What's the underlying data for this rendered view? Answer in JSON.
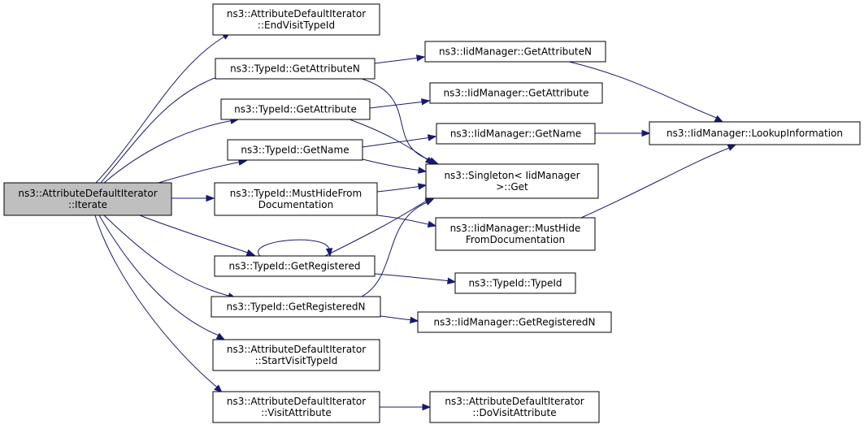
{
  "diagram": {
    "edge_color": "#191970",
    "root_fill": "#bfbfbf",
    "node_fill": "#ffffff",
    "nodes": [
      {
        "id": "root",
        "lines": [
          "ns3::AttributeDefaultIterator",
          "::Iterate"
        ]
      },
      {
        "id": "end_visit",
        "lines": [
          "ns3::AttributeDefaultIterator",
          "::EndVisitTypeId"
        ]
      },
      {
        "id": "get_attr_n",
        "lines": [
          "ns3::TypeId::GetAttributeN"
        ]
      },
      {
        "id": "get_attr",
        "lines": [
          "ns3::TypeId::GetAttribute"
        ]
      },
      {
        "id": "get_name",
        "lines": [
          "ns3::TypeId::GetName"
        ]
      },
      {
        "id": "must_hide",
        "lines": [
          "ns3::TypeId::MustHideFrom",
          "Documentation"
        ]
      },
      {
        "id": "get_registered",
        "lines": [
          "ns3::TypeId::GetRegistered"
        ]
      },
      {
        "id": "get_registered_n",
        "lines": [
          "ns3::TypeId::GetRegisteredN"
        ]
      },
      {
        "id": "start_visit",
        "lines": [
          "ns3::AttributeDefaultIterator",
          "::StartVisitTypeId"
        ]
      },
      {
        "id": "visit_attr",
        "lines": [
          "ns3::AttributeDefaultIterator",
          "::VisitAttribute"
        ]
      },
      {
        "id": "iid_get_attr_n",
        "lines": [
          "ns3::IidManager::GetAttributeN"
        ]
      },
      {
        "id": "iid_get_attr",
        "lines": [
          "ns3::IidManager::GetAttribute"
        ]
      },
      {
        "id": "iid_get_name",
        "lines": [
          "ns3::IidManager::GetName"
        ]
      },
      {
        "id": "singleton_get",
        "lines": [
          "ns3::Singleton< IidManager",
          ">::Get"
        ]
      },
      {
        "id": "iid_must_hide",
        "lines": [
          "ns3::IidManager::MustHide",
          "FromDocumentation"
        ]
      },
      {
        "id": "typeid_ctor",
        "lines": [
          "ns3::TypeId::TypeId"
        ]
      },
      {
        "id": "iid_get_registered_n",
        "lines": [
          "ns3::IidManager::GetRegisteredN"
        ]
      },
      {
        "id": "do_visit_attr",
        "lines": [
          "ns3::AttributeDefaultIterator",
          "::DoVisitAttribute"
        ]
      },
      {
        "id": "iid_lookup",
        "lines": [
          "ns3::IidManager::LookupInformation"
        ]
      }
    ],
    "edges": [
      {
        "from": "root",
        "to": "end_visit"
      },
      {
        "from": "root",
        "to": "get_attr_n"
      },
      {
        "from": "root",
        "to": "get_attr"
      },
      {
        "from": "root",
        "to": "get_name"
      },
      {
        "from": "root",
        "to": "must_hide"
      },
      {
        "from": "root",
        "to": "get_registered"
      },
      {
        "from": "root",
        "to": "get_registered_n"
      },
      {
        "from": "root",
        "to": "start_visit"
      },
      {
        "from": "root",
        "to": "visit_attr"
      },
      {
        "from": "get_attr_n",
        "to": "iid_get_attr_n"
      },
      {
        "from": "get_attr_n",
        "to": "singleton_get"
      },
      {
        "from": "get_attr",
        "to": "iid_get_attr"
      },
      {
        "from": "get_attr",
        "to": "singleton_get"
      },
      {
        "from": "get_name",
        "to": "iid_get_name"
      },
      {
        "from": "get_name",
        "to": "singleton_get"
      },
      {
        "from": "must_hide",
        "to": "singleton_get"
      },
      {
        "from": "must_hide",
        "to": "iid_must_hide"
      },
      {
        "from": "get_registered",
        "to": "get_registered"
      },
      {
        "from": "get_registered",
        "to": "singleton_get"
      },
      {
        "from": "get_registered",
        "to": "typeid_ctor"
      },
      {
        "from": "get_registered_n",
        "to": "singleton_get"
      },
      {
        "from": "get_registered_n",
        "to": "iid_get_registered_n"
      },
      {
        "from": "visit_attr",
        "to": "do_visit_attr"
      },
      {
        "from": "iid_get_attr_n",
        "to": "iid_lookup"
      },
      {
        "from": "iid_get_name",
        "to": "iid_lookup"
      },
      {
        "from": "iid_must_hide",
        "to": "iid_lookup"
      }
    ]
  }
}
